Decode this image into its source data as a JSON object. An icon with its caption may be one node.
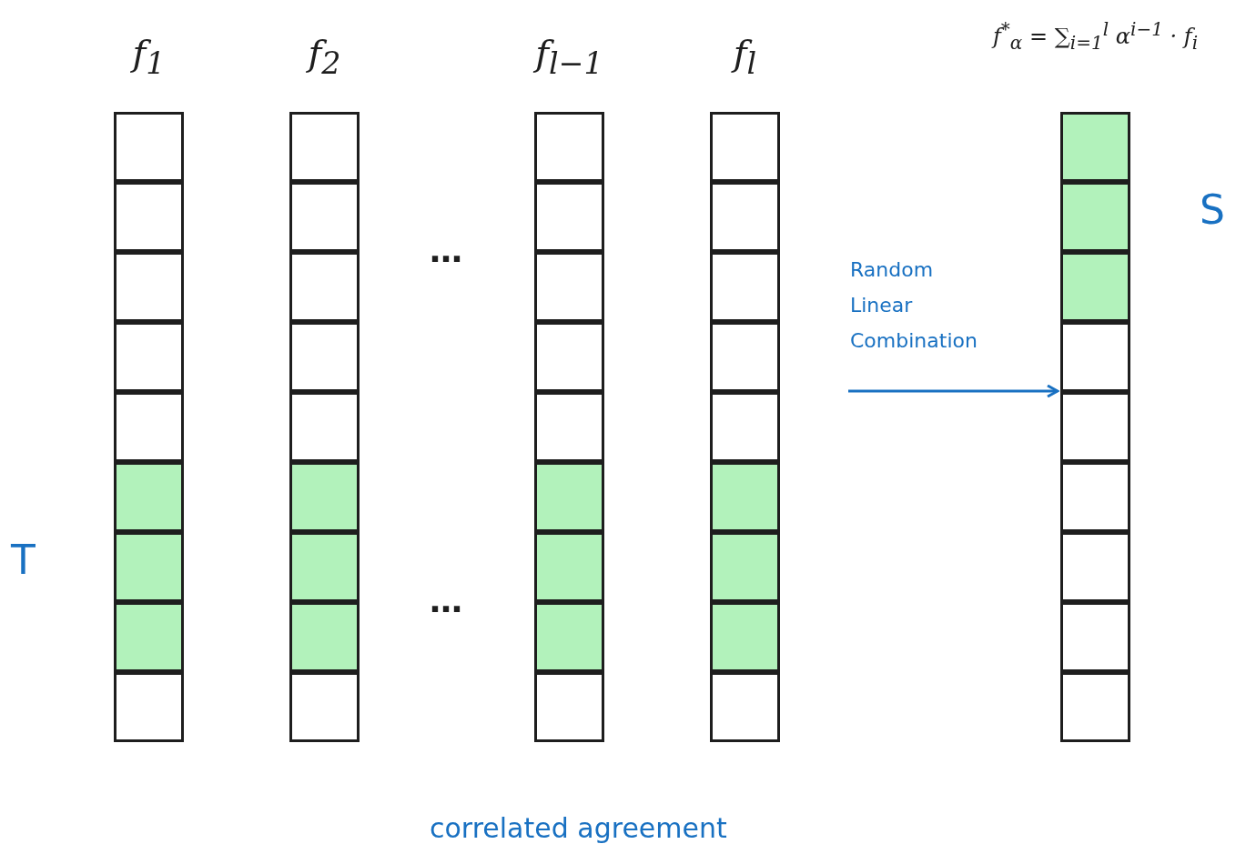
{
  "diagram": {
    "nodes": [
      {
        "text": [
          "f$_{1}$"
        ]
      },
      {
        "text": [],
        "shape": "box",
        "in": 0
      },
      {
        "text": [],
        "shape": "box",
        "in": 0
      },
      {
        "text": [],
        "shape": "box",
        "in": 0
      },
      {
        "text": [],
        "shape": "box",
        "in": 0
      },
      {
        "text": [],
        "shape": "box",
        "in": 0
      },
      {
        "text": [],
        "shape": "box",
        "in": 0
      },
      {
        "text": [],
        "shape": "box",
        "in": 0
      },
      {
        "text": [],
        "shape": "box",
        "in": 0
      },
      {
        "text": [],
        "shape": "box",
        "in": 0
      },
      {
        "text": [
          "f$_{2}$"
        ]
      },
      {
        "text": [],
        "shape": "box",
        "in": 10
      },
      {
        "text": [],
        "shape": "box",
        "in": 10
      },
      {
        "text": [],
        "shape": "box",
        "in": 10
      },
      {
        "text": [],
        "shape": "box",
        "in": 10
      },
      {
        "text": [],
        "shape": "box",
        "in": 10
      },
      {
        "text": [],
        "shape": "box",
        "in": 10
      },
      {
        "text": [],
        "shape": "box",
        "in": 10
      },
      {
        "text": [],
        "shape": "box",
        "in": 10
      },
      {
        "text": [],
        "shape": "box",
        "in": 10
      },
      {
        "text": [
          "f$_{l−1}$"
        ]
      },
      {
        "text": [],
        "shape": "box",
        "in": 20
      },
      {
        "text": [],
        "shape": "box",
        "in": 20
      },
      {
        "text": [],
        "shape": "box",
        "in": 20
      },
      {
        "text": [],
        "shape": "box",
        "in": 20
      },
      {
        "text": [],
        "shape": "box",
        "in": 20
      },
      {
        "text": [],
        "shape": "box",
        "in": 20
      },
      {
        "text": [],
        "shape": "box",
        "in": 20
      },
      {
        "text": [],
        "shape": "box",
        "in": 20
      },
      {
        "text": [],
        "shape": "box",
        "in": 20
      },
      {
        "text": [
          "f$_{l}$"
        ]
      },
      {
        "text": [],
        "shape": "box",
        "in": 30
      },
      {
        "text": [],
        "shape": "box",
        "in": 30
      },
      {
        "text": [],
        "shape": "box",
        "in": 30
      },
      {
        "text": [],
        "shape": "box",
        "in": 30
      },
      {
        "text": [],
        "shape": "box",
        "in": 30
      },
      {
        "text": [],
        "shape": "box",
        "in": 30
      },
      {
        "text": [],
        "shape": "box",
        "in": 30
      },
      {
        "text": [],
        "shape": "box",
        "in": 30
      },
      {
        "text": [],
        "shape": "box",
        "in": 30
      },
      {
        "text": [
          "f$^{*}$$_{α}$ = ∑$_{i=1}$$^{l}$ α$^{i−1}$ · f$_{i}$"
        ]
      },
      {
        "text": [],
        "shape": "box",
        "in": 40
      },
      {
        "text": [],
        "shape": "box",
        "in": 40
      },
      {
        "text": [],
        "shape": "box",
        "in": 40
      },
      {
        "text": [],
        "shape": "box",
        "in": 40
      },
      {
        "text": [],
        "shape": "box",
        "in": 40
      },
      {
        "text": [],
        "shape": "box",
        "in": 40
      },
      {
        "text": [],
        "shape": "box",
        "in": 40
      },
      {
        "text": [],
        "shape": "box",
        "in": 40
      },
      {
        "text": [],
        "shape": "box",
        "in": 40
      }
    ],
    "edges": [
      {
        "from": null,
        "to": 40,
        "arrow": "to",
        "label": "Random Linear Combination"
      }
    ],
    "labels": [
      "S",
      "…",
      "T",
      "…",
      "correlated agreement"
    ]
  }
}
